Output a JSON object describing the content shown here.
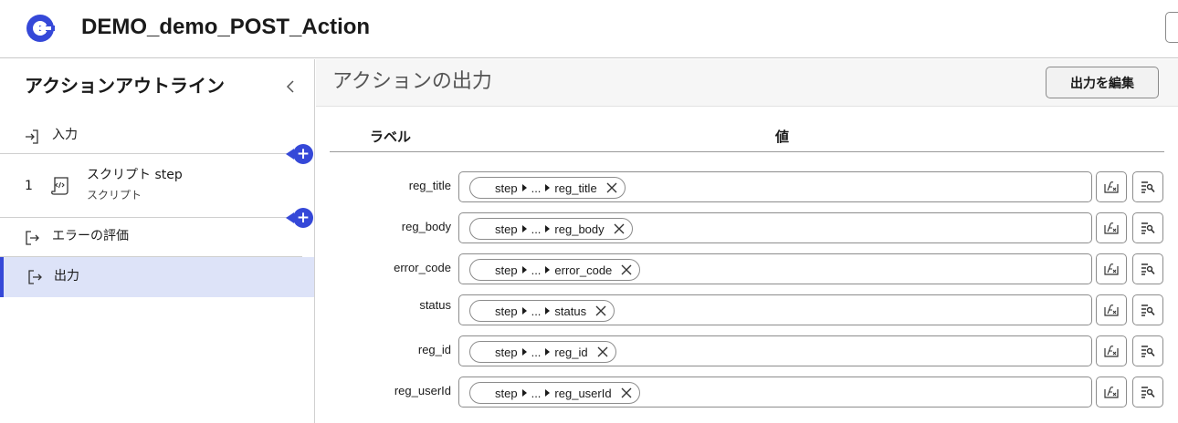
{
  "header": {
    "title": "DEMO_demo_POST_Action",
    "logo_icon": "back-arrow-logo-icon",
    "brand_color": "#3548d8"
  },
  "sidebar": {
    "title": "アクションアウトライン",
    "items": [
      {
        "label": "入力",
        "icon": "input-enter-icon"
      },
      {
        "number": "1",
        "label": "スクリプト step",
        "sublabel": "スクリプト",
        "icon": "script-scroll-icon"
      },
      {
        "label": "エラーの評価",
        "icon": "error-exit-icon"
      },
      {
        "label": "出力",
        "icon": "output-exit-icon",
        "active": true
      }
    ]
  },
  "main": {
    "title": "アクションの出力",
    "edit_button": "出力を編集",
    "columns": {
      "label": "ラベル",
      "value": "値"
    },
    "rows": [
      {
        "label": "reg_title",
        "chip_start": "step",
        "chip_mid": "...",
        "chip_end": "reg_title"
      },
      {
        "label": "reg_body",
        "chip_start": "step",
        "chip_mid": "...",
        "chip_end": "reg_body"
      },
      {
        "label": "error_code",
        "chip_start": "step",
        "chip_mid": "...",
        "chip_end": "error_code"
      },
      {
        "label": "status",
        "chip_start": "step",
        "chip_mid": "...",
        "chip_end": "status"
      },
      {
        "label": "reg_id",
        "chip_start": "step",
        "chip_mid": "...",
        "chip_end": "reg_id"
      },
      {
        "label": "reg_userId",
        "chip_start": "step",
        "chip_mid": "...",
        "chip_end": "reg_userId"
      }
    ]
  }
}
